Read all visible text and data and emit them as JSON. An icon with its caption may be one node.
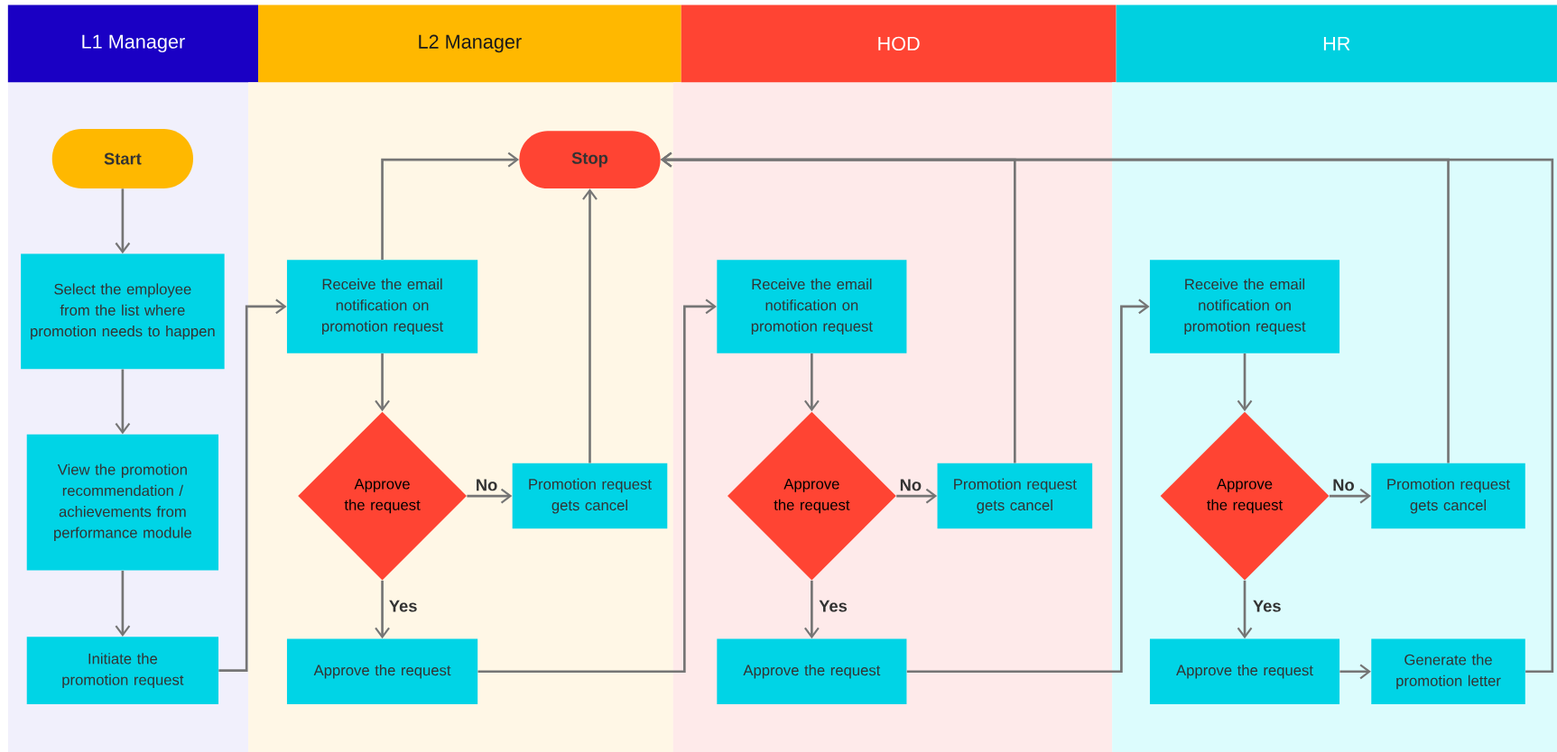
{
  "diagram": {
    "nodes": [
      {
        "text": [
          "L1 Manager"
        ]
      },
      {
        "text": [
          "L2 Manager"
        ]
      },
      {
        "text": [
          "HOD"
        ]
      },
      {
        "text": [
          "HR"
        ]
      },
      {
        "text": [
          "Start"
        ],
        "in": 0
      },
      {
        "text": [
          "Select the employee from the list where promotion needs to happen"
        ],
        "in": 0
      },
      {
        "text": [
          "View the promotion recommendation / achievements from performance module"
        ],
        "in": 0
      },
      {
        "text": [
          "Initiate the promotion request"
        ],
        "in": 0
      },
      {
        "text": [
          "Stop"
        ],
        "in": 1
      },
      {
        "text": [
          "Receive the email notification on promotion request"
        ],
        "in": 1
      },
      {
        "text": [
          "Approve the request"
        ],
        "in": 1
      },
      {
        "text": [
          "Promotion request gets cancel"
        ],
        "in": 1
      },
      {
        "text": [
          "Approve the request"
        ],
        "in": 1
      },
      {
        "text": [
          "Receive the email notification on promotion request"
        ],
        "in": 2
      },
      {
        "text": [
          "Approve the request"
        ],
        "in": 2
      },
      {
        "text": [
          "Promotion request gets cancel"
        ],
        "in": 2
      },
      {
        "text": [
          "Approve the request"
        ],
        "in": 2
      },
      {
        "text": [
          "Receive the email notification on promotion request"
        ],
        "in": 3
      },
      {
        "text": [
          "Approve the request"
        ],
        "in": 3
      },
      {
        "text": [
          "Promotion request gets cancel"
        ],
        "in": 3
      },
      {
        "text": [
          "Approve the request"
        ],
        "in": 3
      },
      {
        "text": [
          "Generate the promotion letter"
        ],
        "in": 3
      }
    ],
    "edges": [
      {
        "from": 4,
        "to": 5,
        "arrow": "to"
      },
      {
        "from": 5,
        "to": 6,
        "arrow": "to"
      },
      {
        "from": 6,
        "to": 7,
        "arrow": "to"
      },
      {
        "from": 7,
        "to": 9,
        "arrow": "to"
      },
      {
        "from": 9,
        "to": 8,
        "arrow": "to"
      },
      {
        "from": 9,
        "to": 10,
        "arrow": "to"
      },
      {
        "from": 10,
        "to": 11,
        "arrow": "to",
        "label": "No"
      },
      {
        "from": 10,
        "to": 12,
        "arrow": "to",
        "label": "Yes"
      },
      {
        "from": 11,
        "to": 8,
        "arrow": "to"
      },
      {
        "from": 12,
        "to": 13,
        "arrow": "to"
      },
      {
        "from": 13,
        "to": 14,
        "arrow": "to"
      },
      {
        "from": 14,
        "to": 15,
        "arrow": "to",
        "label": "No"
      },
      {
        "from": 14,
        "to": 16,
        "arrow": "to",
        "label": "Yes"
      },
      {
        "from": 15,
        "to": 8,
        "arrow": "to"
      },
      {
        "from": 16,
        "to": 17,
        "arrow": "to"
      },
      {
        "from": 17,
        "to": 18,
        "arrow": "to"
      },
      {
        "from": 18,
        "to": 19,
        "arrow": "to",
        "label": "No"
      },
      {
        "from": 18,
        "to": 20,
        "arrow": "to",
        "label": "Yes"
      },
      {
        "from": 19,
        "to": 8,
        "arrow": "to"
      },
      {
        "from": 20,
        "to": 21,
        "arrow": "to"
      },
      {
        "from": 21,
        "to": 8,
        "arrow": "to"
      }
    ]
  }
}
